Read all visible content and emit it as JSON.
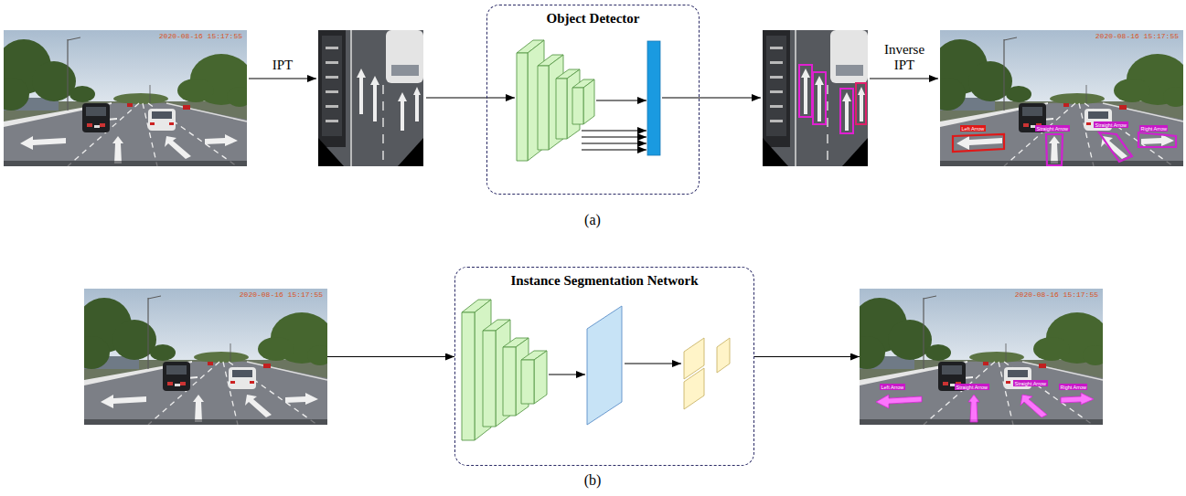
{
  "diagram": {
    "nodes": [
      {
        "text": [
          "2020-08-16 15:17:55"
        ]
      },
      {
        "text": [
          "Object Detector"
        ]
      },
      {
        "text": [
          "2020-08-16 15:17:55",
          "Left Arrow",
          "Straight Arrow",
          "Straight Arrow",
          "Right Arrow"
        ]
      },
      {
        "text": [
          "2020-08-16 15:17:55"
        ]
      },
      {
        "text": [
          "Instance Segmentation Network"
        ]
      },
      {
        "text": [
          "2020-08-16 15:17:55",
          "Left Arrow",
          "Straight Arrow",
          "Straight Arrow",
          "Right Arrow"
        ]
      }
    ],
    "edges": [
      {
        "from": 3,
        "to": 4,
        "arrow": "to"
      },
      {
        "from": 4,
        "to": 5,
        "arrow": "to"
      }
    ],
    "labels": [
      "IPT",
      "Inverse IPT",
      "(a)",
      "(b)"
    ]
  }
}
